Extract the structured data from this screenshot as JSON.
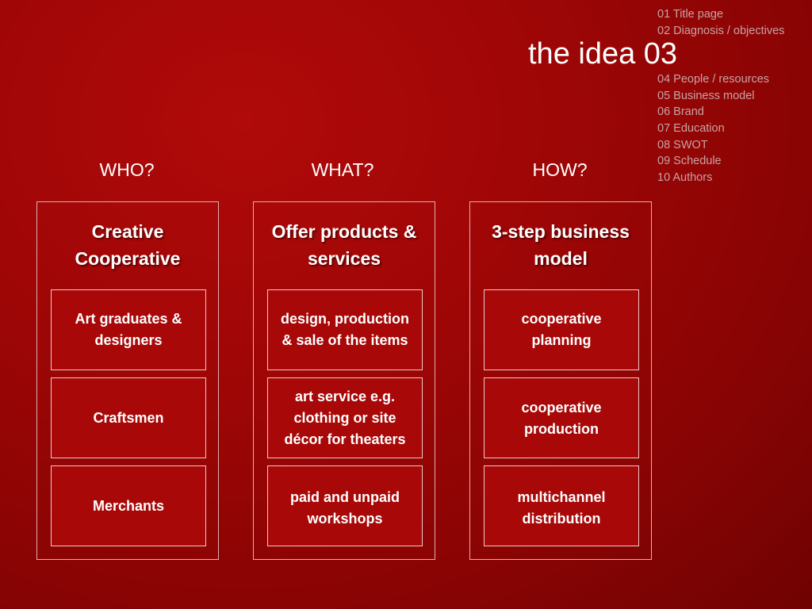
{
  "toc": {
    "items_before": [
      "01 Title page",
      "02 Diagnosis / objectives"
    ],
    "current_title": "the idea 03",
    "items_after": [
      "04 People / resources",
      "05 Business model",
      "06 Brand",
      "07 Education",
      "08 SWOT",
      "09 Schedule",
      "10 Authors"
    ]
  },
  "columns": [
    {
      "header": "WHO?",
      "title": "Creative Cooperative",
      "boxes": [
        "Art graduates & designers",
        "Craftsmen",
        "Merchants"
      ]
    },
    {
      "header": "WHAT?",
      "title": "Offer products & services",
      "boxes": [
        "design, production & sale of the items",
        "art service e.g. clothing or site décor for theaters",
        "paid and unpaid workshops"
      ]
    },
    {
      "header": "HOW?",
      "title": "3-step business model",
      "boxes": [
        "cooperative planning",
        "cooperative production",
        "multichannel distribution"
      ]
    }
  ],
  "colors": {
    "background": "#a00606",
    "box_fill": "#a80808",
    "border": "#e0b0b0",
    "toc_text": "#c9a3a3",
    "text": "#ffffff"
  }
}
